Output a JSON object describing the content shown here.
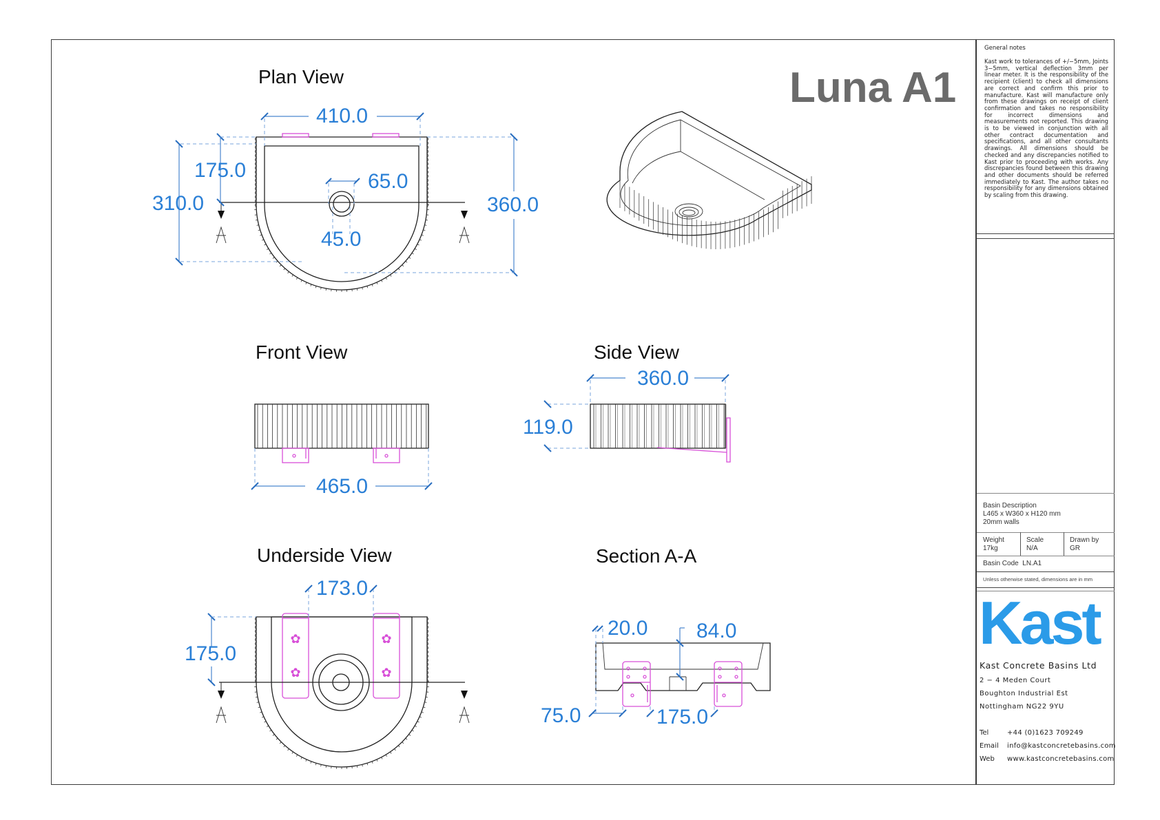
{
  "sheet": {
    "product_title": "Luna A1",
    "colors": {
      "dimension": "#2a7fd6",
      "bracket": "#d84fd8",
      "outline": "#222222",
      "logo": "#2b9be8",
      "title_gray": "#6b6b6b"
    }
  },
  "views": {
    "plan": {
      "title": "Plan View",
      "dims": {
        "width_top": "410.0",
        "depth_to_waste": "175.0",
        "depth_inner": "310.0",
        "waste_outer": "65.0",
        "waste_inner": "45.0",
        "depth_overall": "360.0"
      },
      "section_marker": "A"
    },
    "isometric": {
      "title": ""
    },
    "front": {
      "title": "Front View",
      "dims": {
        "length": "465.0"
      }
    },
    "side": {
      "title": "Side View",
      "dims": {
        "depth": "360.0",
        "height": "119.0"
      }
    },
    "underside": {
      "title": "Underside View",
      "dims": {
        "bracket_spacing": "173.0",
        "depth_to_waste": "175.0"
      },
      "section_marker": "A"
    },
    "section": {
      "title": "Section A-A",
      "dims": {
        "wall": "20.0",
        "depth": "84.0",
        "bracket_offset": "75.0",
        "bracket_spacing": "175.0"
      }
    }
  },
  "title_block": {
    "notes_title": "General notes",
    "notes_body": "Kast work to tolerances of +/−5mm, Joints 3−5mm, vertical deflection 3mm per linear meter. It is the responsibility of the recipient (client) to check all dimensions are correct and confirm this prior to manufacture. Kast will manufacture only from these drawings on receipt of client confirmation and takes no responsibility for incorrect dimensions and measurements not reported. This drawing is to be viewed in conjunction with all other contract documentation and specifications, and all other consultants drawings. All dimensions should be checked and any discrepancies notified to Kast prior to proceeding with works. Any discrepancies found between this drawing and other documents should be referred immediately to Kast. The author takes no responsibility for any dimensions obtained by scaling from this drawing.",
    "description_label": "Basin Description",
    "description_line1": "L465 x W360 x H120 mm",
    "description_line2": "20mm walls",
    "weight_label": "Weight",
    "weight_value": "17kg",
    "scale_label": "Scale",
    "scale_value": "N/A",
    "drawn_by_label": "Drawn by",
    "drawn_by_value": "GR",
    "basin_code_label": "Basin Code",
    "basin_code_value": "LN.A1",
    "units_note": "Unless otherwise stated, dimensions are in mm",
    "logo_text": "Kast",
    "company_name": "Kast Concrete Basins Ltd",
    "address_line1": "2 − 4 Meden Court",
    "address_line2": "Boughton Industrial Est",
    "address_line3": "Nottingham NG22 9YU",
    "tel_label": "Tel",
    "tel_value": "+44 (0)1623 709249",
    "email_label": "Email",
    "email_value": "info@kastconcretebasins.com",
    "web_label": "Web",
    "web_value": "www.kastconcretebasins.com"
  }
}
